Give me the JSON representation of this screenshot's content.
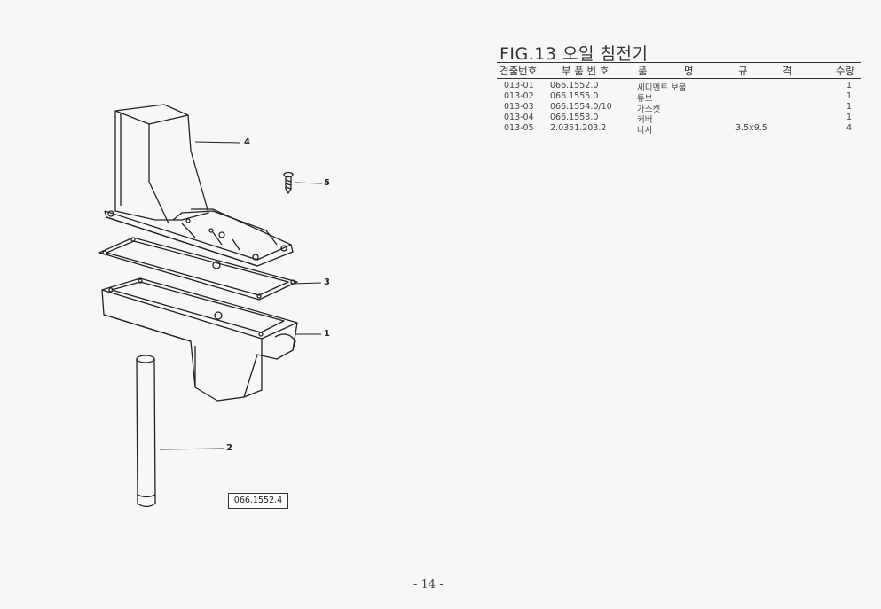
{
  "title": "FIG.13 오일 침전기",
  "table": {
    "headers": {
      "ref": "견출번호",
      "part_no": "부 품 번 호",
      "name_a": "품",
      "name_b": "명",
      "spec_a": "규",
      "spec_b": "격",
      "qty": "수량"
    },
    "rows": [
      {
        "ref": "013-01",
        "part_no": "066.1552.0",
        "name": "세디멘트 보울",
        "spec": "",
        "qty": "1"
      },
      {
        "ref": "013-02",
        "part_no": "066.1555.0",
        "name": "튜브",
        "spec": "",
        "qty": "1"
      },
      {
        "ref": "013-03",
        "part_no": "066.1554.0/10",
        "name": "가스켓",
        "spec": "",
        "qty": "1"
      },
      {
        "ref": "013-04",
        "part_no": "066.1553.0",
        "name": "커버",
        "spec": "",
        "qty": "1"
      },
      {
        "ref": "013-05",
        "part_no": "2.0351.203.2",
        "name": "나사",
        "spec": "3.5x9.5",
        "qty": "4"
      }
    ]
  },
  "diagram": {
    "figure_code": "066.1552.4",
    "callouts": {
      "c1": "1",
      "c2": "2",
      "c3": "3",
      "c4": "4",
      "c5": "5"
    }
  },
  "page_number": "- 14 -"
}
